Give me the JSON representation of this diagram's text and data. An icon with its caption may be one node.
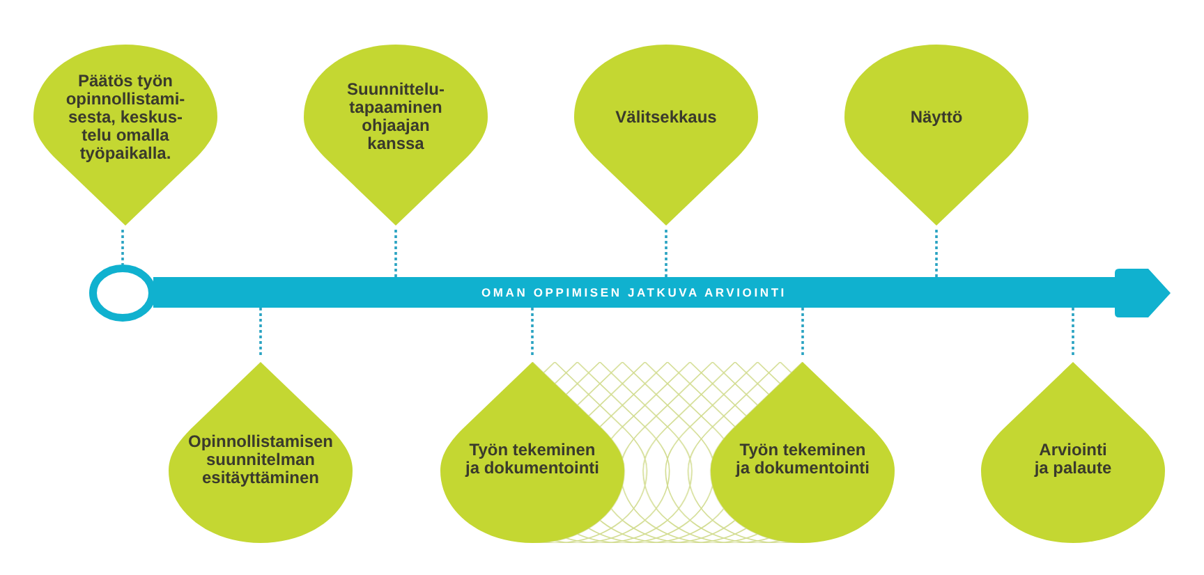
{
  "diagram": {
    "nodes": [
      {
        "text": [
          "Päätös työn opinnollistami- sesta, keskus- telu omalla työpaikalla."
        ]
      },
      {
        "text": [
          "Suunnittelu- tapaaminen ohjaajan kanssa"
        ]
      },
      {
        "text": [
          "Välitsekkaus"
        ]
      },
      {
        "text": [
          "Näyttö"
        ]
      },
      {
        "text": [],
        "shape": "circle"
      },
      {
        "text": [
          "OMAN OPPIMISEN JATKUVA ARVIOINTI"
        ]
      },
      {
        "text": [
          "Opinnollistamisen suunnitelman esitäyttäminen"
        ]
      },
      {
        "text": [
          "Työn tekeminen ja dokumentointi"
        ]
      },
      {
        "text": [
          "Työn tekeminen ja dokumentointi"
        ]
      },
      {
        "text": [
          "Arviointi ja palaute"
        ]
      }
    ],
    "edges": [
      {
        "from": 0,
        "to": 4,
        "arrow": "none",
        "style": "dashed"
      },
      {
        "from": 1,
        "to": 5,
        "arrow": "none",
        "style": "dashed"
      },
      {
        "from": 2,
        "to": 5,
        "arrow": "none",
        "style": "dashed"
      },
      {
        "from": 3,
        "to": 5,
        "arrow": "none",
        "style": "dashed"
      },
      {
        "from": 5,
        "to": 6,
        "arrow": "none",
        "style": "dashed"
      },
      {
        "from": 5,
        "to": 7,
        "arrow": "none",
        "style": "dashed"
      },
      {
        "from": 5,
        "to": 8,
        "arrow": "none",
        "style": "dashed"
      },
      {
        "from": 5,
        "to": 9,
        "arrow": "none",
        "style": "dashed"
      }
    ]
  }
}
